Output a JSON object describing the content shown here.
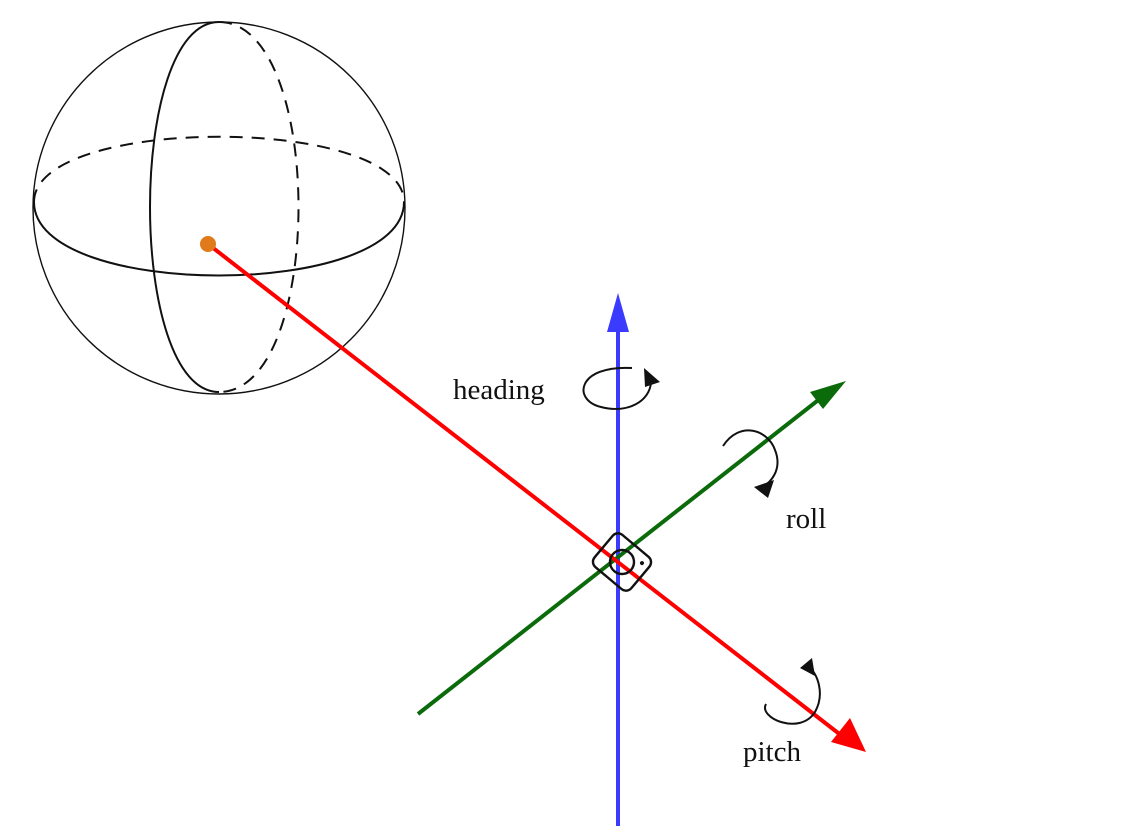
{
  "labels": {
    "heading": "heading",
    "roll": "roll",
    "pitch": "pitch"
  },
  "colors": {
    "heading_axis": "#3b3bff",
    "roll_axis": "#0b6b0b",
    "pitch_axis": "#ff0000",
    "target_point": "#e07a1a",
    "outline": "#111111"
  },
  "icons": {
    "rotation": "curved-rotation-arrow-icon",
    "camera": "camera-icon"
  }
}
